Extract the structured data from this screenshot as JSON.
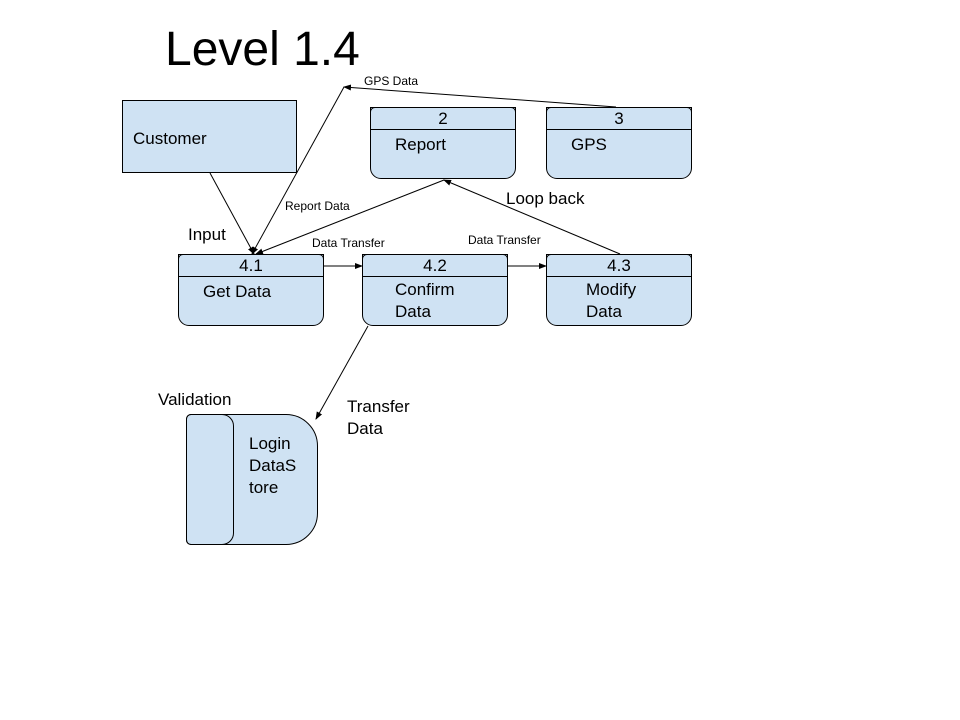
{
  "title": "Level 1.4",
  "entities": {
    "customer": "Customer"
  },
  "processes": {
    "p2": {
      "id": "2",
      "name": "Report"
    },
    "p3": {
      "id": "3",
      "name": "GPS"
    },
    "p41": {
      "id": "4.1",
      "name": "Get Data"
    },
    "p42": {
      "id": "4.2",
      "name_line1": "Confirm",
      "name_line2": "Data"
    },
    "p43": {
      "id": "4.3",
      "name_line1": "Modify",
      "name_line2": "Data"
    }
  },
  "datastore": {
    "line1": "Login",
    "line2": "DataS",
    "line3": "tore"
  },
  "flows": {
    "gps_data": "GPS Data",
    "report_data": "Report Data",
    "loop_back": "Loop back",
    "input": "Input",
    "transfer_41_42": "Data Transfer",
    "transfer_42_43": "Data Transfer",
    "validation": "Validation",
    "transfer_data_line1": "Transfer",
    "transfer_data_line2": "Data"
  },
  "colors": {
    "shape_fill": "#cfe2f3",
    "stroke": "#000000"
  }
}
